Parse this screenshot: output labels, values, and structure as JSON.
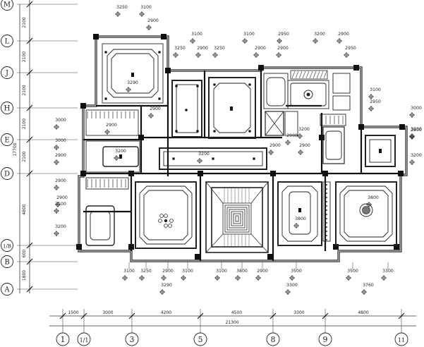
{
  "grid_rows": [
    {
      "id": "row-M",
      "label": "M"
    },
    {
      "id": "row-L",
      "label": "L"
    },
    {
      "id": "row-J",
      "label": "J"
    },
    {
      "id": "row-H",
      "label": "H"
    },
    {
      "id": "row-E",
      "label": "E"
    },
    {
      "id": "row-D",
      "label": "D"
    },
    {
      "id": "row-1B",
      "label": "1/B"
    },
    {
      "id": "row-B",
      "label": "B"
    },
    {
      "id": "row-A",
      "label": "A"
    }
  ],
  "grid_cols": [
    {
      "id": "col-1",
      "label": "1"
    },
    {
      "id": "col-1-1",
      "label": "1/1"
    },
    {
      "id": "col-3",
      "label": "3"
    },
    {
      "id": "col-5",
      "label": "5"
    },
    {
      "id": "col-8",
      "label": "8"
    },
    {
      "id": "col-9",
      "label": "9"
    },
    {
      "id": "col-11",
      "label": "11"
    }
  ],
  "dims_left": [
    "2100",
    "2100",
    "2100",
    "2100",
    "2100",
    "4800",
    "600",
    "1800"
  ],
  "dim_left_total": "17700",
  "dims_bottom": [
    "1500",
    "3000",
    "4200",
    "4500",
    "3300",
    "4800"
  ],
  "dim_bottom_total": "21300",
  "height_labels": [
    "3250",
    "3100",
    "2900",
    "3100",
    "3250",
    "2900",
    "3250",
    "2900",
    "3100",
    "2900",
    "2950",
    "3200",
    "2900",
    "2950",
    "3290",
    "2900",
    "3100",
    "2950",
    "3000",
    "2900",
    "3000",
    "2900",
    "3200",
    "2900",
    "3200",
    "2900",
    "2900",
    "3200",
    "3100",
    "3200",
    "2900",
    "3200",
    "2900",
    "3800",
    "3800",
    "3000",
    "2900",
    "3200",
    "3100",
    "3250",
    "2900",
    "3100",
    "3290",
    "3100",
    "3800",
    "2900",
    "3500",
    "3300",
    "3500",
    "3300",
    "3760"
  ]
}
